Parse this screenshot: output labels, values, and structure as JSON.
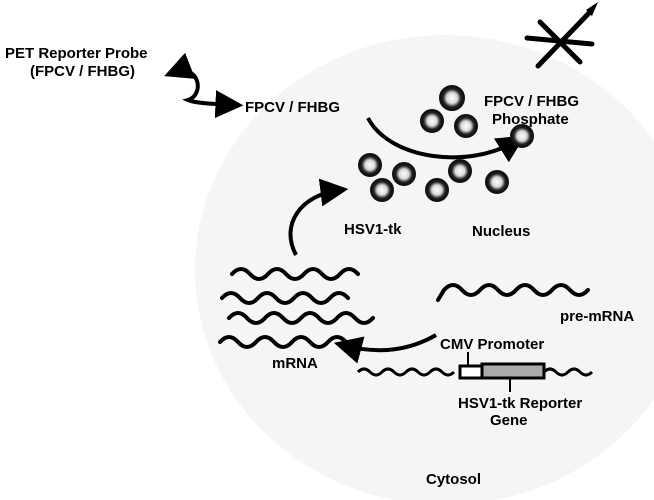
{
  "colors": {
    "ink": "#000000",
    "cell_fill": "#ececec",
    "bead": "#2b2b2b",
    "bead_highlight": "#e6e6e6",
    "background": "#ffffff"
  },
  "labels": {
    "probe_line1": "PET Reporter Probe",
    "probe_line2": "(FPCV / FHBG)",
    "substrate": "FPCV / FHBG",
    "phosphate_line1": "FPCV / FHBG",
    "phosphate_line2": "Phosphate",
    "enzyme": "HSV1-tk",
    "nucleus": "Nucleus",
    "pre_mrna": "pre-mRNA",
    "mrna": "mRNA",
    "promoter": "CMV Promoter",
    "gene_line1": "HSV1-tk Reporter",
    "gene_line2": "Gene",
    "cytosol": "Cytosol"
  },
  "icons": {
    "trapped_marker": "x-star-icon",
    "enzyme_molecule": "bead-icon"
  }
}
